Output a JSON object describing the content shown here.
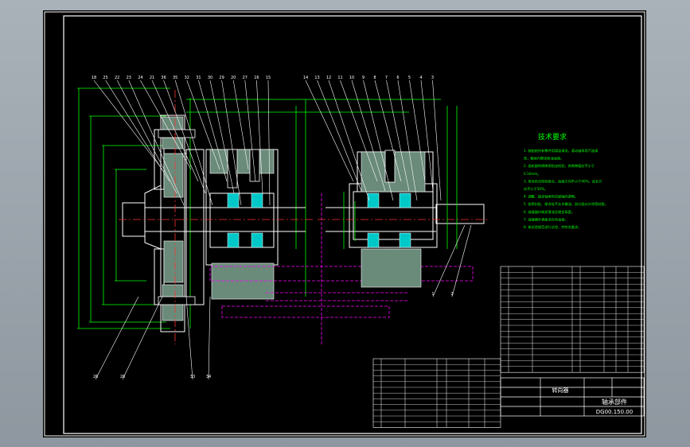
{
  "viewer": {
    "background": "#9aa3ac",
    "sheet_color": "#000000"
  },
  "colors": {
    "line": "#ffffff",
    "dim": "#00ff00",
    "section": "#00c8c8",
    "hatch": "#6a8a7a",
    "phantom": "#ff00ff",
    "center": "#ff3030",
    "note": "#00ff00"
  },
  "leaders_top_left": [
    "18",
    "25",
    "22",
    "23",
    "24",
    "21",
    "36",
    "35",
    "32",
    "31",
    "30",
    "29",
    "20",
    "27",
    "16",
    "15"
  ],
  "leaders_top_right": [
    "14",
    "13",
    "12",
    "11",
    "10",
    "9",
    "8",
    "7",
    "6",
    "5",
    "4",
    "3"
  ],
  "leaders_bottom": [
    "26",
    "28",
    "33",
    "34"
  ],
  "leaders_right_lower": [
    "1",
    "2"
  ],
  "tech_req": {
    "title": "技术要求",
    "lines": [
      "1. 装配前所有零件用煤油清洗，滚动轴承用汽油清",
      "洗，箱体内壁涂耐油油漆。",
      "2. 齿轮副的侧隙用铅丝检验，其侧隙值应不小于",
      "0.16mm。",
      "3. 用涂色法检验斑点，齿高方向不小于40%，齿长方",
      "向不小于50%。",
      "4. 调整、固定轴承时应留轴向游隙。",
      "5. 各密封处、接合处不允许漏油，剖分面允许涂密封胶。",
      "6. 减速器内装润滑油至规定高度。",
      "7. 减速器外表面涂灰色油漆。",
      "8. 按试验规范进行试验，并符合要求。"
    ]
  },
  "title_block": {
    "drawing_name": "轴承部件",
    "part_label": "转向器",
    "drawing_no": "DG00.150.00"
  }
}
